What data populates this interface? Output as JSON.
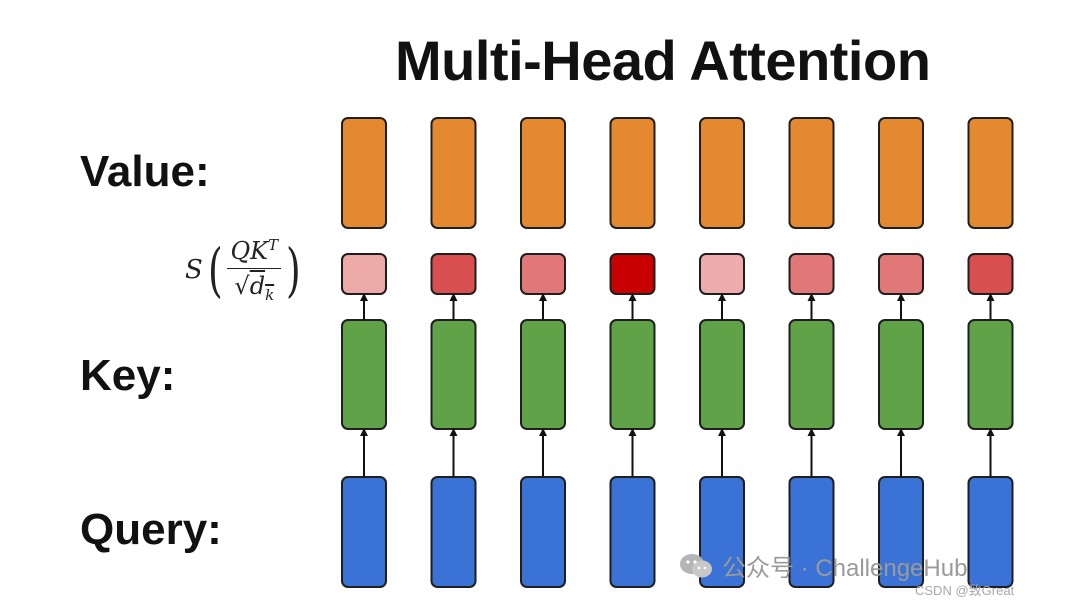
{
  "title": "Multi-Head Attention",
  "labels": {
    "value": "Value:",
    "key": "Key:",
    "query": "Query:"
  },
  "formula": {
    "s": "S",
    "num_q": "Q",
    "num_k": "K",
    "num_sup": "T",
    "den_sqrt": "√",
    "den_d": "d",
    "den_sub": "k"
  },
  "colors": {
    "value": "#e4892f",
    "key": "#5fa248",
    "query": "#3a72d6",
    "stroke": "#1f1f1f",
    "arrow": "#111111"
  },
  "attention_weights": [
    0.18,
    0.62,
    0.42,
    1.0,
    0.16,
    0.42,
    0.42,
    0.62
  ],
  "watermark": {
    "text": "公众号 · ChallengeHub",
    "csdn": "CSDN @致Great"
  }
}
